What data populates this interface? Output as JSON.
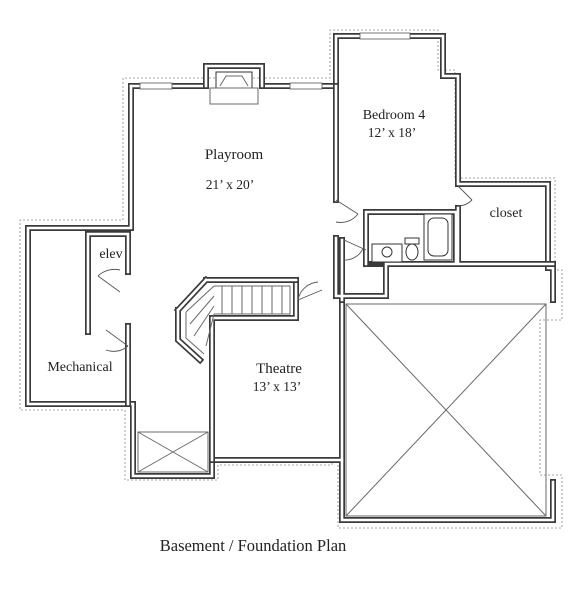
{
  "rooms": {
    "playroom": {
      "name": "Playroom",
      "dims": "21’ x 20’"
    },
    "bedroom4": {
      "name": "Bedroom 4",
      "dims": "12’ x 18’"
    },
    "closet": {
      "name": "closet"
    },
    "elev": {
      "name": "elev"
    },
    "mechanical": {
      "name": "Mechanical"
    },
    "theatre": {
      "name": "Theatre",
      "dims": "13’ x 13’"
    }
  },
  "plan_title": "Basement / Foundation Plan"
}
